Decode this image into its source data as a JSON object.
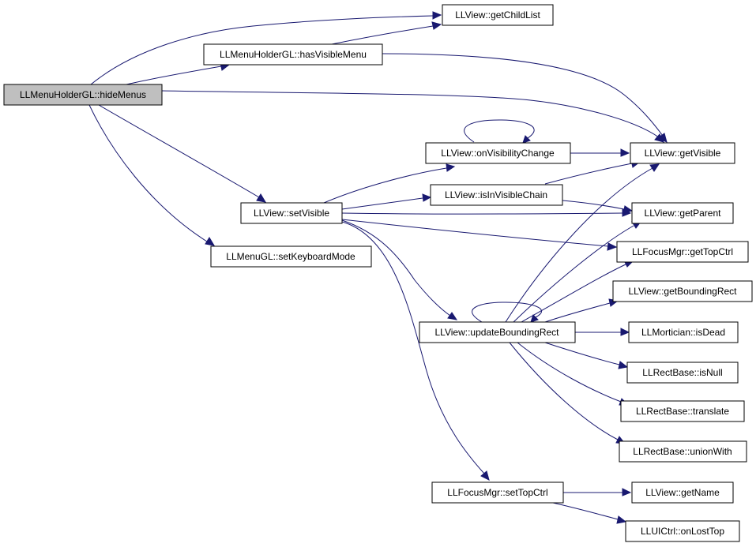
{
  "colors": {
    "edge": "#191970",
    "root_fill": "#bfbfbf",
    "node_fill": "#ffffff",
    "node_border": "#000000"
  },
  "nodes": {
    "hideMenus": "LLMenuHolderGL::hideMenus",
    "getChildList": "LLView::getChildList",
    "hasVisibleMenu": "LLMenuHolderGL::hasVisibleMenu",
    "getVisible": "LLView::getVisible",
    "setVisible": "LLView::setVisible",
    "setKeyboardMode": "LLMenuGL::setKeyboardMode",
    "onVisibilityChange": "LLView::onVisibilityChange",
    "isInVisibleChain": "LLView::isInVisibleChain",
    "getParent": "LLView::getParent",
    "getTopCtrl": "LLFocusMgr::getTopCtrl",
    "getBoundingRect": "LLView::getBoundingRect",
    "updateBoundingRect": "LLView::updateBoundingRect",
    "isDead": "LLMortician::isDead",
    "isNull": "LLRectBase::isNull",
    "translate": "LLRectBase::translate",
    "unionWith": "LLRectBase::unionWith",
    "setTopCtrl": "LLFocusMgr::setTopCtrl",
    "getName": "LLView::getName",
    "onLostTop": "LLUICtrl::onLostTop"
  },
  "edges": [
    [
      "hideMenus",
      "getChildList"
    ],
    [
      "hideMenus",
      "hasVisibleMenu"
    ],
    [
      "hideMenus",
      "getVisible"
    ],
    [
      "hideMenus",
      "setVisible"
    ],
    [
      "hideMenus",
      "setKeyboardMode"
    ],
    [
      "hasVisibleMenu",
      "getChildList"
    ],
    [
      "hasVisibleMenu",
      "getVisible"
    ],
    [
      "setVisible",
      "onVisibilityChange"
    ],
    [
      "setVisible",
      "isInVisibleChain"
    ],
    [
      "setVisible",
      "getParent"
    ],
    [
      "setVisible",
      "getTopCtrl"
    ],
    [
      "setVisible",
      "updateBoundingRect"
    ],
    [
      "setVisible",
      "setTopCtrl"
    ],
    [
      "onVisibilityChange",
      "onVisibilityChange"
    ],
    [
      "onVisibilityChange",
      "getVisible"
    ],
    [
      "isInVisibleChain",
      "getVisible"
    ],
    [
      "isInVisibleChain",
      "getParent"
    ],
    [
      "updateBoundingRect",
      "updateBoundingRect"
    ],
    [
      "updateBoundingRect",
      "getVisible"
    ],
    [
      "updateBoundingRect",
      "getParent"
    ],
    [
      "updateBoundingRect",
      "getTopCtrl"
    ],
    [
      "updateBoundingRect",
      "getBoundingRect"
    ],
    [
      "updateBoundingRect",
      "isDead"
    ],
    [
      "updateBoundingRect",
      "isNull"
    ],
    [
      "updateBoundingRect",
      "translate"
    ],
    [
      "updateBoundingRect",
      "unionWith"
    ],
    [
      "setTopCtrl",
      "getName"
    ],
    [
      "setTopCtrl",
      "onLostTop"
    ]
  ]
}
